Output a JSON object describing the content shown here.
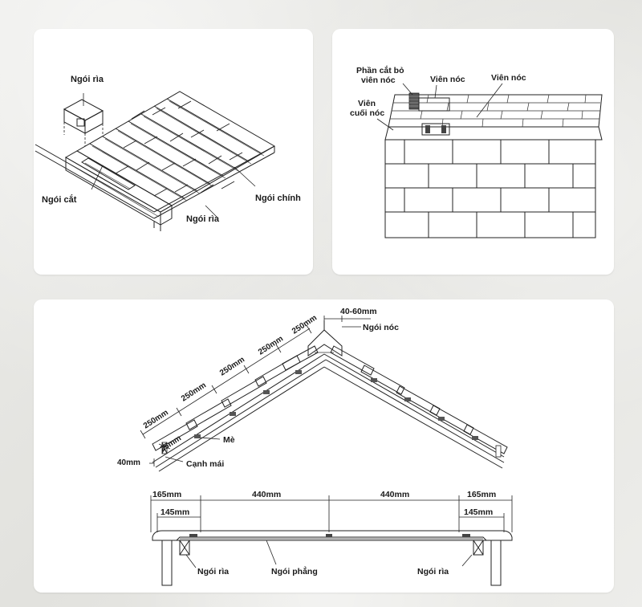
{
  "panel_top_left": {
    "labels": {
      "ngoi_ria_top": "Ngói rìa",
      "ngoi_cat": "Ngói cắt",
      "ngoi_ria_bottom": "Ngói rìa",
      "ngoi_chinh": "Ngói chính"
    }
  },
  "panel_top_right": {
    "labels": {
      "phan_cat_line1": "Phần cắt bỏ",
      "phan_cat_line2": "viên nóc",
      "vien_noc_1": "Viên nóc",
      "vien_noc_2": "Viên nóc",
      "vien_cuoi_line1": "Viên",
      "vien_cuoi_line2": "cuối nóc"
    }
  },
  "panel_bottom": {
    "ridge": {
      "dim_top": "40-60mm",
      "ngoi_noc": "Ngói nóc",
      "dim_250_1": "250mm",
      "dim_250_2": "250mm",
      "dim_250_3": "250mm",
      "dim_250_4": "250mm",
      "dim_250_5": "250mm",
      "dim_25": "25mm",
      "dim_40": "40mm",
      "me": "Mè",
      "canh_mai": "Cạnh mái"
    },
    "section": {
      "dim_165_left": "165mm",
      "dim_440_left": "440mm",
      "dim_440_right": "440mm",
      "dim_165_right": "165mm",
      "dim_145_left": "145mm",
      "dim_145_right": "145mm",
      "ngoi_ria_left": "Ngói rìa",
      "ngoi_phang": "Ngói phẳng",
      "ngoi_ria_right": "Ngói rìa"
    }
  }
}
